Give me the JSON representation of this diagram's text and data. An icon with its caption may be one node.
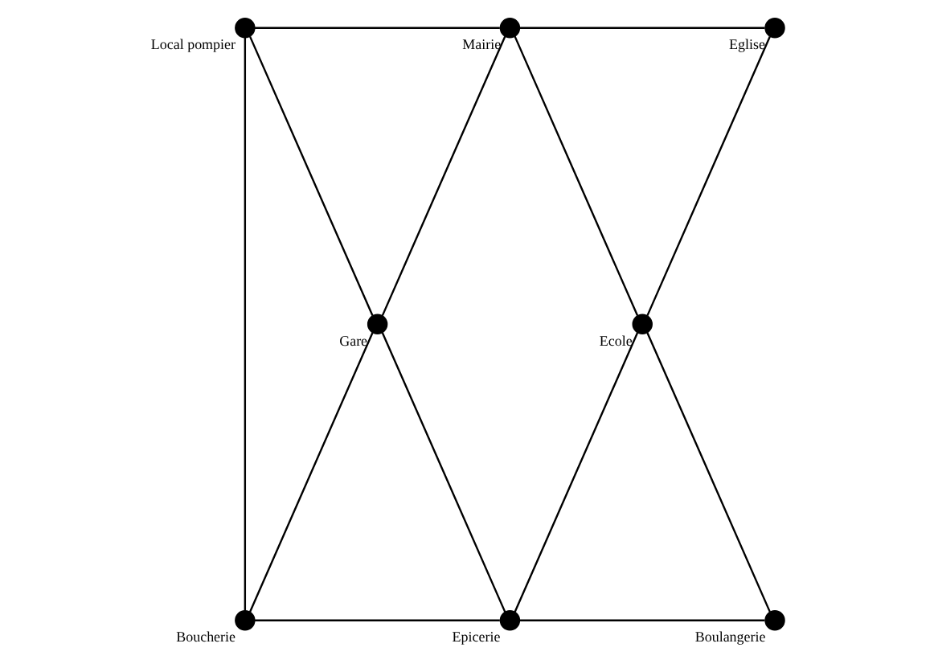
{
  "diagram": {
    "nodes": [
      {
        "text": [],
        "shape": "circle",
        "beside": [
          "Local pompier"
        ]
      },
      {
        "text": [],
        "shape": "circle",
        "beside": [
          "Mairie"
        ]
      },
      {
        "text": [],
        "shape": "circle",
        "beside": [
          "Eglise"
        ]
      },
      {
        "text": [],
        "shape": "circle",
        "beside": [
          "Gare"
        ]
      },
      {
        "text": [],
        "shape": "circle",
        "beside": [
          "Ecole"
        ]
      },
      {
        "text": [],
        "shape": "circle",
        "beside": [
          "Boucherie"
        ]
      },
      {
        "text": [],
        "shape": "circle",
        "beside": [
          "Epicerie"
        ]
      },
      {
        "text": [],
        "shape": "circle",
        "beside": [
          "Boulangerie"
        ]
      }
    ],
    "edges": [
      {
        "from": 0,
        "to": 1,
        "arrow": "none"
      },
      {
        "from": 1,
        "to": 2,
        "arrow": "none"
      },
      {
        "from": 0,
        "to": 3,
        "arrow": "none"
      },
      {
        "from": 3,
        "to": 1,
        "arrow": "none"
      },
      {
        "from": 1,
        "to": 4,
        "arrow": "none"
      },
      {
        "from": 4,
        "to": 2,
        "arrow": "none"
      },
      {
        "from": 0,
        "to": 5,
        "arrow": "none"
      },
      {
        "from": 3,
        "to": 5,
        "arrow": "none"
      },
      {
        "from": 3,
        "to": 6,
        "arrow": "none"
      },
      {
        "from": 4,
        "to": 6,
        "arrow": "none"
      },
      {
        "from": 4,
        "to": 7,
        "arrow": "none"
      },
      {
        "from": 5,
        "to": 6,
        "arrow": "none"
      },
      {
        "from": 6,
        "to": 7,
        "arrow": "none"
      }
    ]
  }
}
